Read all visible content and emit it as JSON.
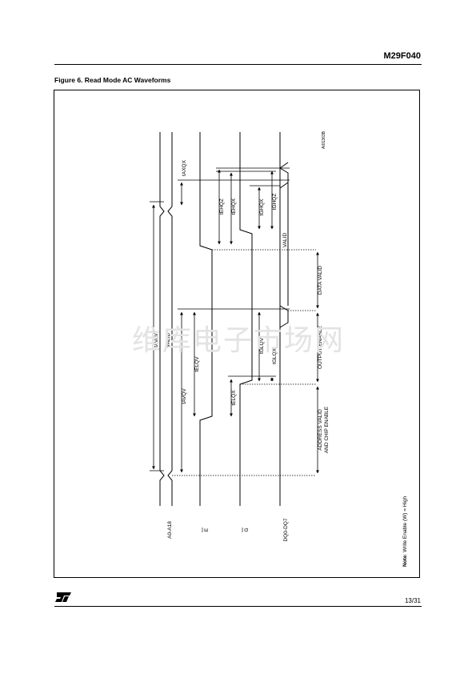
{
  "header": {
    "doc_code": "M29F040"
  },
  "figure": {
    "caption": "Figure 6.  Read Mode AC Waveforms",
    "ref_code": "AI01363B",
    "signals": {
      "address": "A0-A18",
      "ce": "E",
      "oe": "G",
      "data": "DQ0-DQ7"
    },
    "valid_labels": {
      "address": "VALID",
      "data": "VALID"
    },
    "timing": {
      "tAVAV": "tAVAV",
      "tAXQX": "tAXQX",
      "tAVQV": "tAVQV",
      "tELQV": "tELQV",
      "tELQX": "tELQX",
      "tEHQZ": "tEHQZ",
      "tEHQX": "tEHQX",
      "tGHQX": "tGHQX",
      "tGHQZ": "tGHQZ",
      "tGLQV": "tGLQV",
      "tGLQX": "tGLQX"
    },
    "phases": {
      "address_valid": "ADDRESS VALID",
      "chip_enable": "AND CHIP ENABLE",
      "output_enable": "OUTPUT ENABLE",
      "data_valid": "DATA VALID"
    },
    "note": {
      "label": "Note",
      "text": ": Write Enable (W) = High"
    }
  },
  "footer": {
    "page": "13/31"
  },
  "watermark": "维库电子市场网"
}
